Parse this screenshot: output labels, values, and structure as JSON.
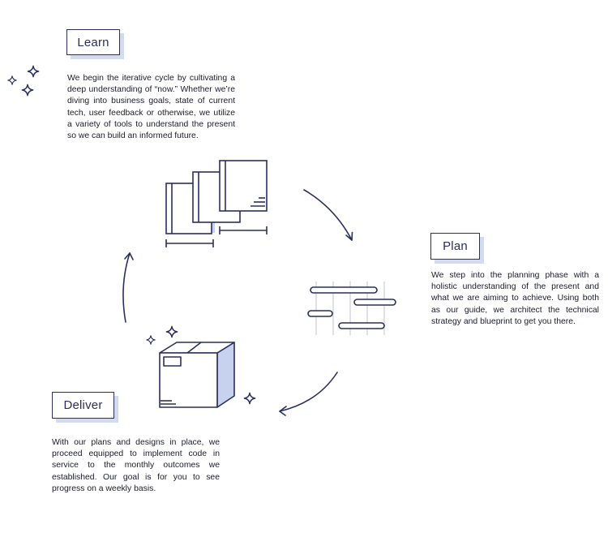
{
  "colors": {
    "ink": "#2b2f5b",
    "shade": "#c7d2ee",
    "text": "#1a1c2c",
    "tag_shadow": "#d3dbef",
    "grid": "#d6dae3"
  },
  "stages": {
    "learn": {
      "label": "Learn",
      "text": "We begin the iterative cycle by cultivating a deep understanding of “now.” Whether we’re diving into business goals, state of current tech, user feedback or otherwise, we utilize a variety of tools to understand the present so we can build an informed future.",
      "icon": "stacked-documents-icon"
    },
    "plan": {
      "label": "Plan",
      "text": "We step into the planning phase with a holistic understanding of the present and what we are aiming to achieve. Using both as our guide, we architect the technical strategy and blueprint to get you there.",
      "icon": "timeline-bars-icon"
    },
    "deliver": {
      "label": "Deliver",
      "text": "With our plans and designs in place, we proceed equipped to implement code in service to the monthly outcomes we established. Our goal is for you to see progress on a weekly basis.",
      "icon": "shipping-box-icon"
    }
  },
  "decorations": [
    "sparkle-icon",
    "cycle-arrow-icon"
  ]
}
